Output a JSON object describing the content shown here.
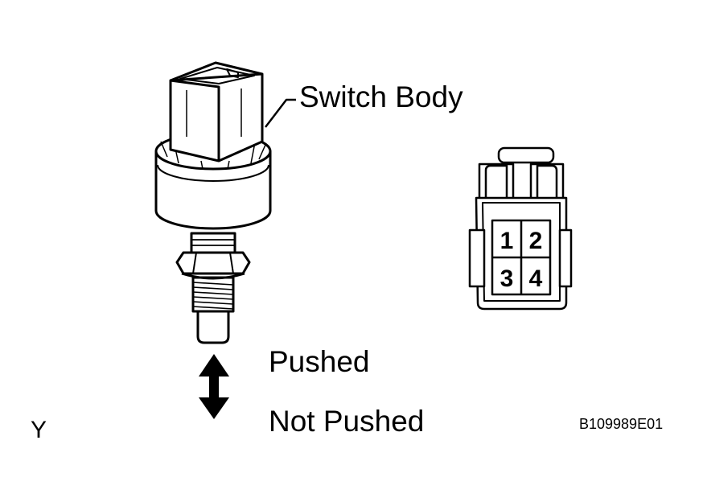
{
  "labels": {
    "switch_body": "Switch Body",
    "pushed": "Pushed",
    "not_pushed": "Not Pushed",
    "corner_mark": "Y",
    "figure_code": "B109989E01"
  },
  "connector": {
    "pins": [
      "1",
      "2",
      "3",
      "4"
    ]
  },
  "colors": {
    "ink": "#000000",
    "background": "#ffffff"
  }
}
